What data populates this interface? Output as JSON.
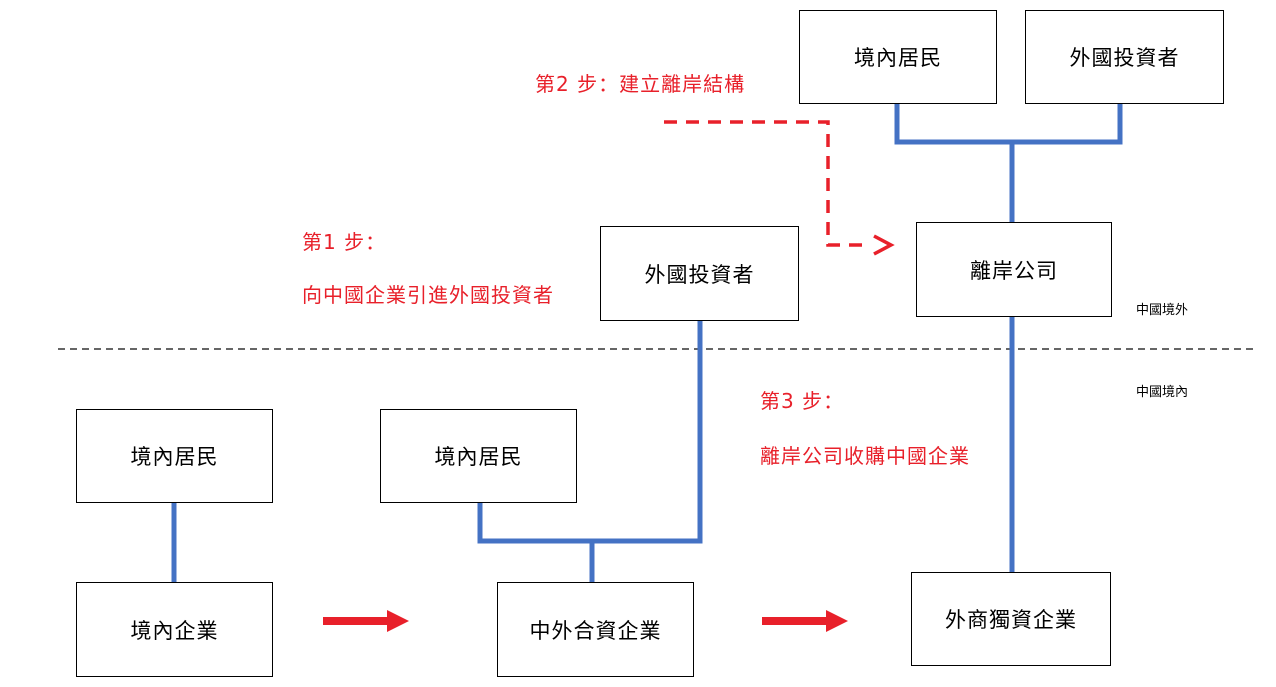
{
  "boxes": {
    "offshore_resident_top": "境內居民",
    "offshore_foreign_investor_top": "外國投資者",
    "foreign_investor_mid": "外國投資者",
    "offshore_company": "離岸公司",
    "domestic_resident_left": "境內居民",
    "domestic_resident_mid": "境內居民",
    "domestic_enterprise": "境內企業",
    "sino_foreign_jv": "中外合資企業",
    "wfoe": "外商獨資企業"
  },
  "steps": {
    "step2": "第2 步：建立離岸結構",
    "step1_title": "第1 步：",
    "step1_desc": "向中國企業引進外國投資者",
    "step3_title": "第3 步：",
    "step3_desc": "離岸公司收購中國企業"
  },
  "regions": {
    "outside_china": "中國境外",
    "inside_china": "中國境內"
  },
  "colors": {
    "connector": "#4472c4",
    "arrow": "#e8202a",
    "step_text": "#e8202a",
    "divider": "#333333"
  }
}
